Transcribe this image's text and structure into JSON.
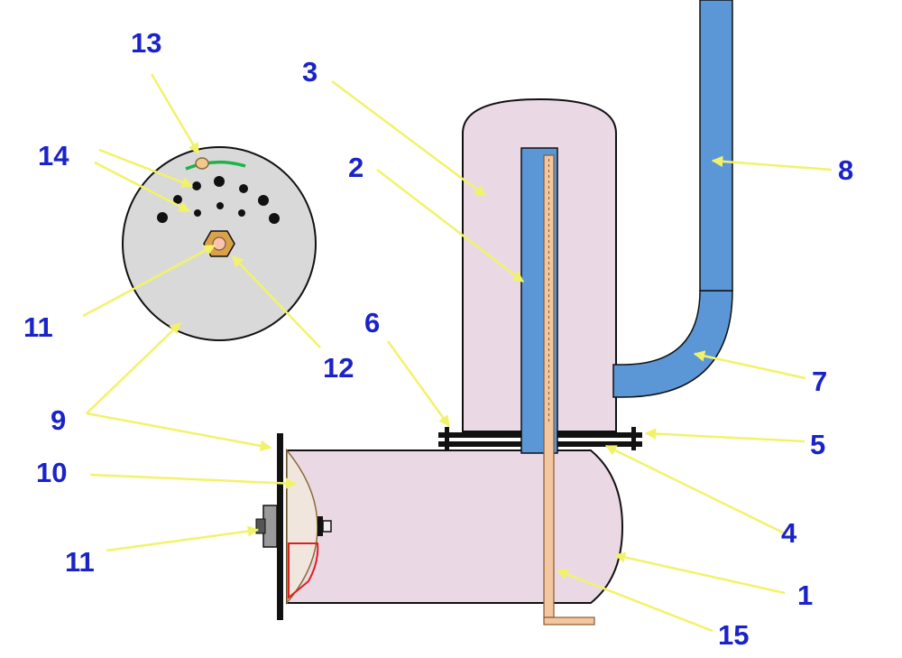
{
  "labels": {
    "l1": "1",
    "l2": "2",
    "l3": "3",
    "l4": "4",
    "l5": "5",
    "l6": "6",
    "l7": "7",
    "l8": "8",
    "l9": "9",
    "l10": "10",
    "l11_top": "11",
    "l11_bottom": "11",
    "l12": "12",
    "l13": "13",
    "l14": "14",
    "l15": "15"
  },
  "colors": {
    "label_text": "#1a23c8",
    "leader_arrow": "#f2f26a",
    "vessel_fill": "#ead9e4",
    "pipe_blue": "#5b97d6",
    "rod_orange": "#f2c6a0",
    "disc_grey": "#d9d9d9",
    "nut_orange": "#d9a14a",
    "arc_green": "#1db34a",
    "marker_red": "#e02020"
  }
}
